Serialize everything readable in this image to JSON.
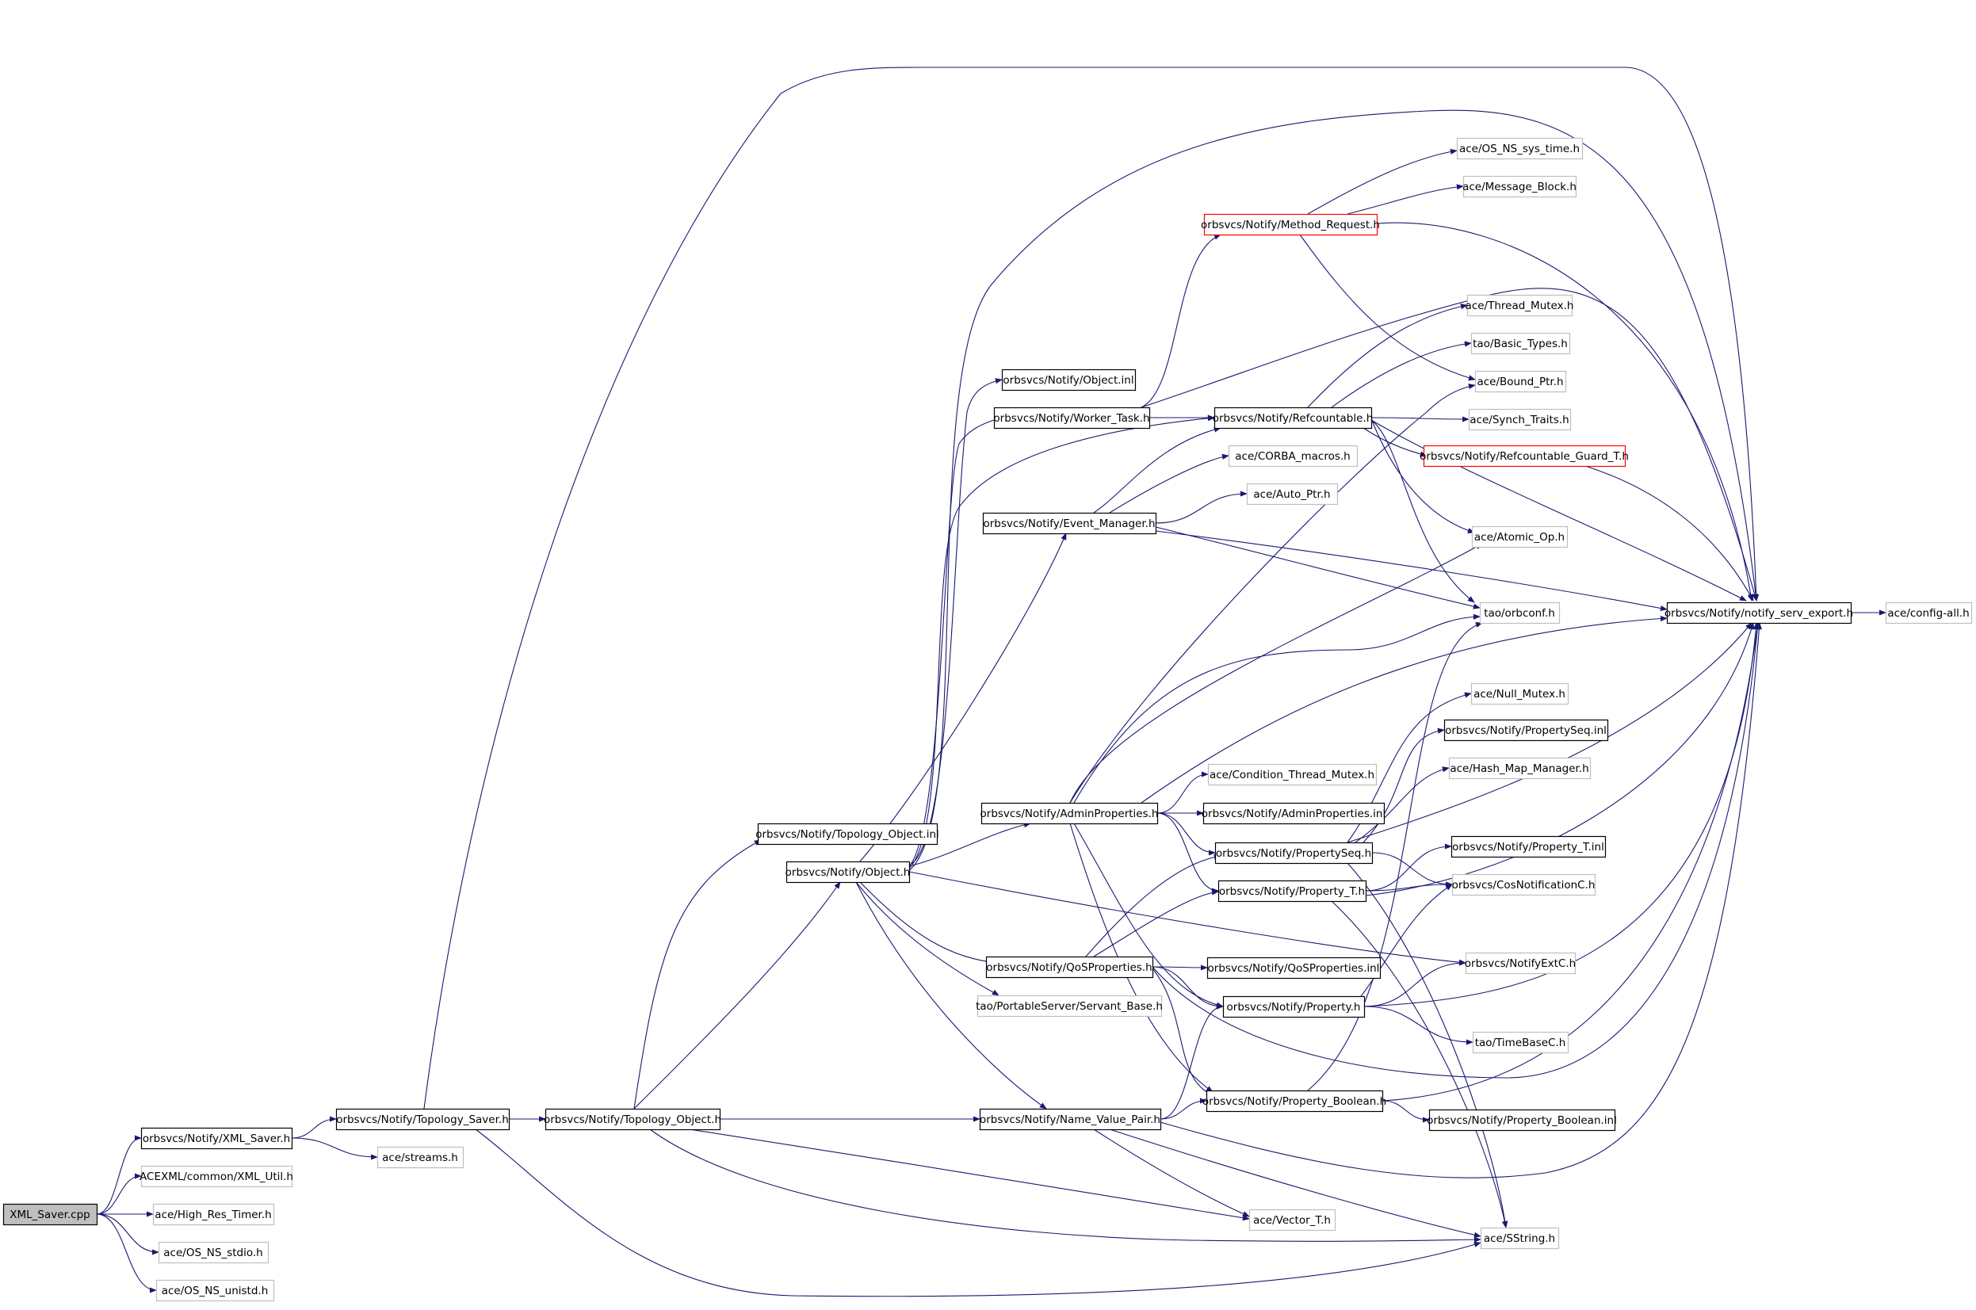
{
  "colors": {
    "edge": "#191970",
    "border_documented": "#000000",
    "border_undocumented": "#bfbfbf",
    "border_truncated": "#ff0000",
    "root_fill": "#bfbfbf",
    "node_fill": "#ffffff",
    "text": "#000000"
  },
  "graph": {
    "nodes": {
      "n_xml_saver_cpp": {
        "label": "XML_Saver.cpp",
        "kind": "root"
      },
      "n_xml_saver_h": {
        "label": "orbsvcs/Notify/XML_Saver.h",
        "kind": "documented"
      },
      "n_xml_util": {
        "label": "ACEXML/common/XML_Util.h",
        "kind": "undocumented"
      },
      "n_high_res_timer": {
        "label": "ace/High_Res_Timer.h",
        "kind": "undocumented"
      },
      "n_os_ns_stdio": {
        "label": "ace/OS_NS_stdio.h",
        "kind": "undocumented"
      },
      "n_os_ns_unistd": {
        "label": "ace/OS_NS_unistd.h",
        "kind": "undocumented"
      },
      "n_topology_saver": {
        "label": "orbsvcs/Notify/Topology_Saver.h",
        "kind": "documented"
      },
      "n_streams": {
        "label": "ace/streams.h",
        "kind": "undocumented"
      },
      "n_topology_object_h": {
        "label": "orbsvcs/Notify/Topology_Object.h",
        "kind": "documented"
      },
      "n_topology_object_inl": {
        "label": "orbsvcs/Notify/Topology_Object.inl",
        "kind": "documented"
      },
      "n_object_h": {
        "label": "orbsvcs/Notify/Object.h",
        "kind": "documented"
      },
      "n_name_value_pair": {
        "label": "orbsvcs/Notify/Name_Value_Pair.h",
        "kind": "documented"
      },
      "n_object_inl": {
        "label": "orbsvcs/Notify/Object.inl",
        "kind": "documented"
      },
      "n_worker_task": {
        "label": "orbsvcs/Notify/Worker_Task.h",
        "kind": "documented"
      },
      "n_event_manager": {
        "label": "orbsvcs/Notify/Event_Manager.h",
        "kind": "documented"
      },
      "n_admin_properties_h": {
        "label": "orbsvcs/Notify/AdminProperties.h",
        "kind": "documented"
      },
      "n_qos_properties_h": {
        "label": "orbsvcs/Notify/QoSProperties.h",
        "kind": "documented"
      },
      "n_servant_base": {
        "label": "tao/PortableServer/Servant_Base.h",
        "kind": "undocumented"
      },
      "n_method_request": {
        "label": "orbsvcs/Notify/Method_Request.h",
        "kind": "truncated"
      },
      "n_refcountable": {
        "label": "orbsvcs/Notify/Refcountable.h",
        "kind": "documented"
      },
      "n_corba_macros": {
        "label": "ace/CORBA_macros.h",
        "kind": "undocumented"
      },
      "n_auto_ptr": {
        "label": "ace/Auto_Ptr.h",
        "kind": "undocumented"
      },
      "n_condition_thread_mutex": {
        "label": "ace/Condition_Thread_Mutex.h",
        "kind": "undocumented"
      },
      "n_admin_properties_inl": {
        "label": "orbsvcs/Notify/AdminProperties.inl",
        "kind": "documented"
      },
      "n_property_seq_h": {
        "label": "orbsvcs/Notify/PropertySeq.h",
        "kind": "documented"
      },
      "n_property_t_h": {
        "label": "orbsvcs/Notify/Property_T.h",
        "kind": "documented"
      },
      "n_qos_properties_inl": {
        "label": "orbsvcs/Notify/QoSProperties.inl",
        "kind": "documented"
      },
      "n_property_h": {
        "label": "orbsvcs/Notify/Property.h",
        "kind": "documented"
      },
      "n_property_boolean_h": {
        "label": "orbsvcs/Notify/Property_Boolean.h",
        "kind": "documented"
      },
      "n_vector_t": {
        "label": "ace/Vector_T.h",
        "kind": "undocumented"
      },
      "n_os_ns_sys_time": {
        "label": "ace/OS_NS_sys_time.h",
        "kind": "undocumented"
      },
      "n_message_block": {
        "label": "ace/Message_Block.h",
        "kind": "undocumented"
      },
      "n_thread_mutex": {
        "label": "ace/Thread_Mutex.h",
        "kind": "undocumented"
      },
      "n_basic_types": {
        "label": "tao/Basic_Types.h",
        "kind": "undocumented"
      },
      "n_bound_ptr": {
        "label": "ace/Bound_Ptr.h",
        "kind": "undocumented"
      },
      "n_synch_traits": {
        "label": "ace/Synch_Traits.h",
        "kind": "undocumented"
      },
      "n_refcountable_guard": {
        "label": "orbsvcs/Notify/Refcountable_Guard_T.h",
        "kind": "truncated"
      },
      "n_atomic_op": {
        "label": "ace/Atomic_Op.h",
        "kind": "undocumented"
      },
      "n_orbconf": {
        "label": "tao/orbconf.h",
        "kind": "undocumented"
      },
      "n_null_mutex": {
        "label": "ace/Null_Mutex.h",
        "kind": "undocumented"
      },
      "n_property_seq_inl": {
        "label": "orbsvcs/Notify/PropertySeq.inl",
        "kind": "documented"
      },
      "n_hash_map_manager": {
        "label": "ace/Hash_Map_Manager.h",
        "kind": "undocumented"
      },
      "n_property_t_inl": {
        "label": "orbsvcs/Notify/Property_T.inl",
        "kind": "documented"
      },
      "n_cos_notification_c": {
        "label": "orbsvcs/CosNotificationC.h",
        "kind": "undocumented"
      },
      "n_notify_ext_c": {
        "label": "orbsvcs/NotifyExtC.h",
        "kind": "undocumented"
      },
      "n_time_base_c": {
        "label": "tao/TimeBaseC.h",
        "kind": "undocumented"
      },
      "n_property_boolean_inl": {
        "label": "orbsvcs/Notify/Property_Boolean.inl",
        "kind": "documented"
      },
      "n_sstring": {
        "label": "ace/SString.h",
        "kind": "undocumented"
      },
      "n_notify_serv_export": {
        "label": "orbsvcs/Notify/notify_serv_export.h",
        "kind": "documented"
      },
      "n_config_all": {
        "label": "ace/config-all.h",
        "kind": "undocumented"
      }
    },
    "edges": [
      [
        "n_xml_saver_cpp",
        "n_xml_saver_h"
      ],
      [
        "n_xml_saver_cpp",
        "n_xml_util"
      ],
      [
        "n_xml_saver_cpp",
        "n_high_res_timer"
      ],
      [
        "n_xml_saver_cpp",
        "n_os_ns_stdio"
      ],
      [
        "n_xml_saver_cpp",
        "n_os_ns_unistd"
      ],
      [
        "n_xml_saver_h",
        "n_topology_saver"
      ],
      [
        "n_xml_saver_h",
        "n_streams"
      ],
      [
        "n_topology_saver",
        "n_topology_object_h"
      ],
      [
        "n_topology_saver",
        "n_notify_serv_export"
      ],
      [
        "n_topology_saver",
        "n_sstring"
      ],
      [
        "n_topology_object_h",
        "n_topology_object_inl"
      ],
      [
        "n_topology_object_h",
        "n_object_h"
      ],
      [
        "n_topology_object_h",
        "n_name_value_pair"
      ],
      [
        "n_topology_object_h",
        "n_vector_t"
      ],
      [
        "n_topology_object_h",
        "n_sstring"
      ],
      [
        "n_object_h",
        "n_object_inl"
      ],
      [
        "n_object_h",
        "n_worker_task"
      ],
      [
        "n_object_h",
        "n_event_manager"
      ],
      [
        "n_object_h",
        "n_admin_properties_h"
      ],
      [
        "n_object_h",
        "n_qos_properties_h"
      ],
      [
        "n_object_h",
        "n_refcountable"
      ],
      [
        "n_object_h",
        "n_notify_ext_c"
      ],
      [
        "n_object_h",
        "n_notify_serv_export"
      ],
      [
        "n_object_h",
        "n_name_value_pair"
      ],
      [
        "n_object_h",
        "n_servant_base"
      ],
      [
        "n_worker_task",
        "n_refcountable"
      ],
      [
        "n_worker_task",
        "n_method_request"
      ],
      [
        "n_worker_task",
        "n_notify_serv_export"
      ],
      [
        "n_event_manager",
        "n_refcountable"
      ],
      [
        "n_event_manager",
        "n_corba_macros"
      ],
      [
        "n_event_manager",
        "n_auto_ptr"
      ],
      [
        "n_event_manager",
        "n_orbconf"
      ],
      [
        "n_event_manager",
        "n_notify_serv_export"
      ],
      [
        "n_admin_properties_h",
        "n_admin_properties_inl"
      ],
      [
        "n_admin_properties_h",
        "n_condition_thread_mutex"
      ],
      [
        "n_admin_properties_h",
        "n_property_seq_h"
      ],
      [
        "n_admin_properties_h",
        "n_property_t_h"
      ],
      [
        "n_admin_properties_h",
        "n_property_h"
      ],
      [
        "n_admin_properties_h",
        "n_property_boolean_h"
      ],
      [
        "n_admin_properties_h",
        "n_atomic_op"
      ],
      [
        "n_admin_properties_h",
        "n_orbconf"
      ],
      [
        "n_admin_properties_h",
        "n_notify_serv_export"
      ],
      [
        "n_admin_properties_h",
        "n_bound_ptr"
      ],
      [
        "n_qos_properties_h",
        "n_qos_properties_inl"
      ],
      [
        "n_qos_properties_h",
        "n_property_seq_h"
      ],
      [
        "n_qos_properties_h",
        "n_property_t_h"
      ],
      [
        "n_qos_properties_h",
        "n_property_h"
      ],
      [
        "n_qos_properties_h",
        "n_property_boolean_h"
      ],
      [
        "n_qos_properties_h",
        "n_notify_serv_export"
      ],
      [
        "n_method_request",
        "n_os_ns_sys_time"
      ],
      [
        "n_method_request",
        "n_message_block"
      ],
      [
        "n_method_request",
        "n_notify_serv_export"
      ],
      [
        "n_method_request",
        "n_bound_ptr"
      ],
      [
        "n_refcountable",
        "n_thread_mutex"
      ],
      [
        "n_refcountable",
        "n_basic_types"
      ],
      [
        "n_refcountable",
        "n_synch_traits"
      ],
      [
        "n_refcountable",
        "n_refcountable_guard"
      ],
      [
        "n_refcountable",
        "n_atomic_op"
      ],
      [
        "n_refcountable",
        "n_orbconf"
      ],
      [
        "n_refcountable",
        "n_notify_serv_export"
      ],
      [
        "n_refcountable_guard",
        "n_notify_serv_export"
      ],
      [
        "n_property_seq_h",
        "n_property_seq_inl"
      ],
      [
        "n_property_seq_h",
        "n_null_mutex"
      ],
      [
        "n_property_seq_h",
        "n_hash_map_manager"
      ],
      [
        "n_property_seq_h",
        "n_cos_notification_c"
      ],
      [
        "n_property_seq_h",
        "n_sstring"
      ],
      [
        "n_property_seq_h",
        "n_notify_serv_export"
      ],
      [
        "n_property_t_h",
        "n_property_t_inl"
      ],
      [
        "n_property_t_h",
        "n_cos_notification_c"
      ],
      [
        "n_property_t_h",
        "n_sstring"
      ],
      [
        "n_property_t_h",
        "n_notify_serv_export"
      ],
      [
        "n_property_h",
        "n_notify_ext_c"
      ],
      [
        "n_property_h",
        "n_time_base_c"
      ],
      [
        "n_property_h",
        "n_cos_notification_c"
      ],
      [
        "n_property_h",
        "n_notify_serv_export"
      ],
      [
        "n_property_boolean_h",
        "n_property_boolean_inl"
      ],
      [
        "n_property_boolean_h",
        "n_orbconf"
      ],
      [
        "n_property_boolean_h",
        "n_notify_serv_export"
      ],
      [
        "n_name_value_pair",
        "n_property_h"
      ],
      [
        "n_name_value_pair",
        "n_property_boolean_h"
      ],
      [
        "n_name_value_pair",
        "n_vector_t"
      ],
      [
        "n_name_value_pair",
        "n_sstring"
      ],
      [
        "n_name_value_pair",
        "n_notify_serv_export"
      ],
      [
        "n_notify_serv_export",
        "n_config_all"
      ]
    ]
  }
}
